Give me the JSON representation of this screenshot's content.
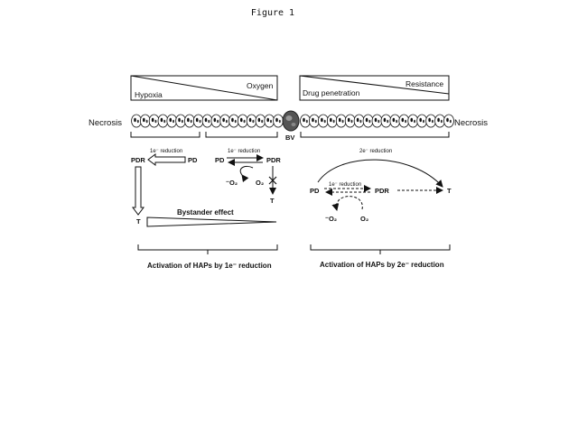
{
  "figure_title": "Figure 1",
  "labels": {
    "hypoxia": "Hypoxia",
    "oxygen": "Oxygen",
    "drug_penetration": "Drug penetration",
    "resistance": "Resistance",
    "necrosis_left": "Necrosis",
    "necrosis_right": "Necrosis",
    "bv": "BV",
    "one_e_reduction_a": "1e⁻ reduction",
    "one_e_reduction_b": "1e⁻ reduction",
    "two_e_reduction": "2e⁻ reduction",
    "one_e_reduction_c": "1e⁻ reduction",
    "pdr_1": "PDR",
    "pd_1": "PD",
    "pd_2": "PD",
    "pdr_2": "PDR",
    "o2_rad_1": "⁻O₂",
    "o2_1": "O₂",
    "t_1": "T",
    "t_2": "T",
    "pd_3": "PD",
    "pdr_3": "PDR",
    "t_3": "T",
    "o2_rad_2": "⁻O₂",
    "o2_2": "O₂",
    "bystander": "Bystander effect",
    "activation_left": "Activation of HAPs by 1e⁻ reduction",
    "activation_right": "Activation of HAPs by 2e⁻ reduction"
  },
  "colors": {
    "ink": "#111111",
    "cell_fill": "#ffffff",
    "vessel": "#555555"
  }
}
